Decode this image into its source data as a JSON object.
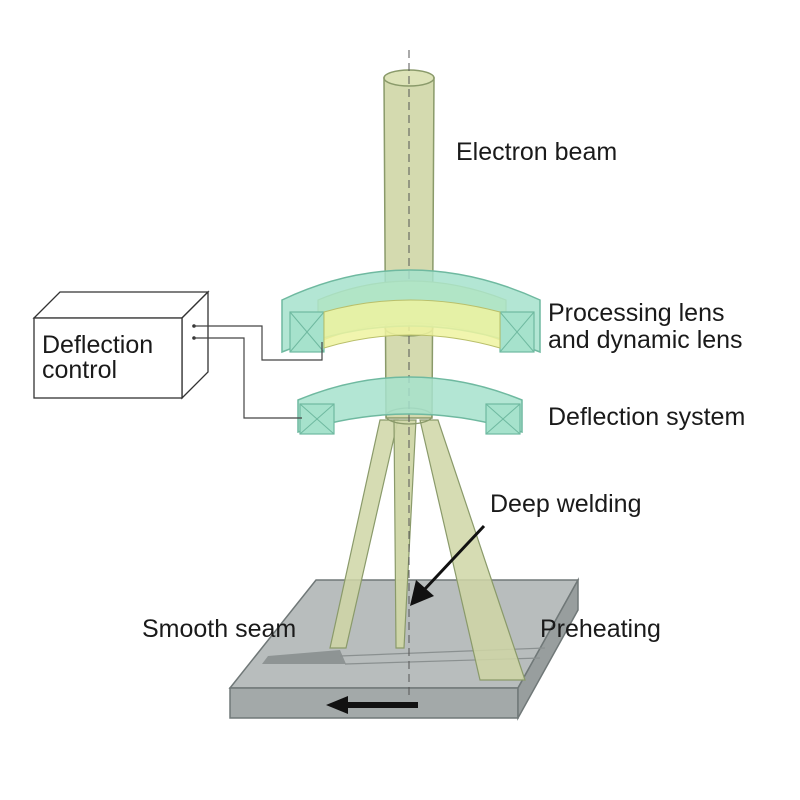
{
  "labels": {
    "electron_beam": "Electron beam",
    "processing_lens_line1": "Processing lens",
    "processing_lens_line2": "and dynamic lens",
    "deflection_system": "Deflection system",
    "deflection_control_line1": "Deflection",
    "deflection_control_line2": "control",
    "deep_welding": "Deep welding",
    "smooth_seam": "Smooth seam",
    "preheating": "Preheating"
  },
  "colors": {
    "beam_fill": "#cfd6a6",
    "beam_stroke": "#8a9a6a",
    "lens_fill": "#a6e2cc",
    "lens_inner": "#eef3a0",
    "lens_stroke": "#6fb9a0",
    "plate_top": "#b8bdbd",
    "plate_side": "#a3a9a9",
    "plate_stroke": "#707878",
    "text": "#1a1a1a"
  },
  "icons": {
    "direction_arrow": "left-arrow-icon",
    "pointer_arrow": "pointer-arrow-icon"
  }
}
